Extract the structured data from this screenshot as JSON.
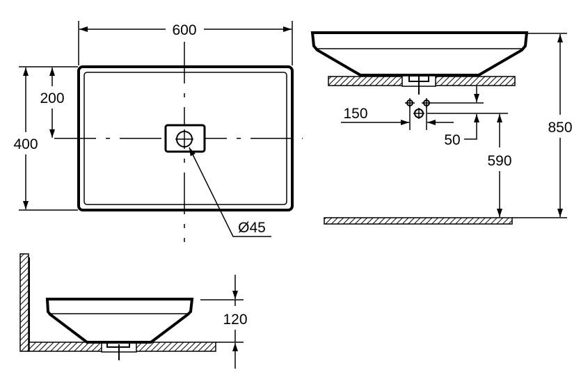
{
  "drawing": {
    "top_view": {
      "width_label": "600",
      "depth_label": "400",
      "drain_offset_label": "200",
      "drain_diameter_label": "Ø45"
    },
    "front_view": {
      "total_height_label": "850",
      "pipe_spacing_label": "150",
      "pipe_offset_label": "50",
      "outlet_height_label": "590"
    },
    "side_view": {
      "bowl_height_label": "120"
    },
    "colors": {
      "line": "#000000",
      "background": "#ffffff"
    }
  }
}
